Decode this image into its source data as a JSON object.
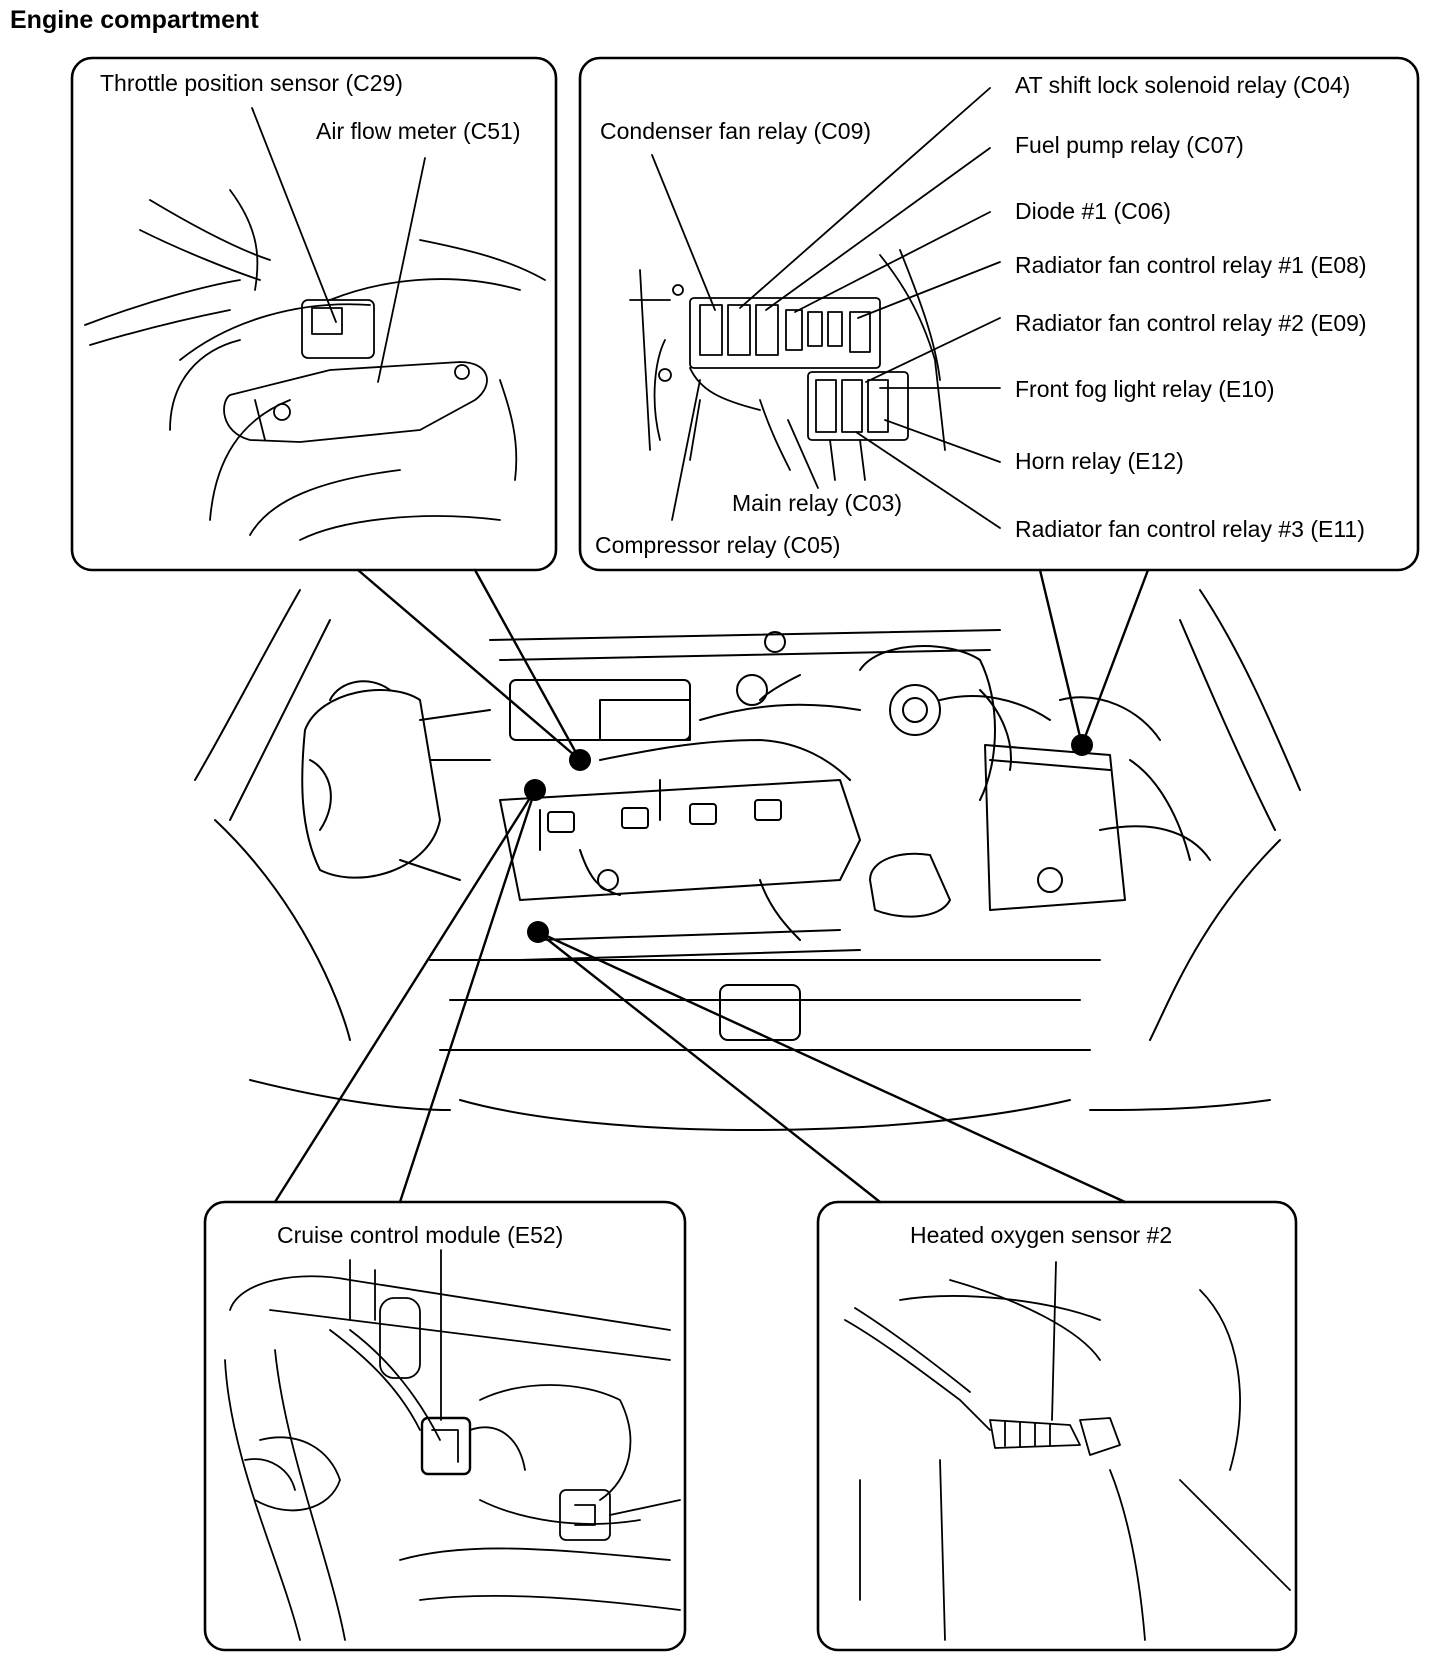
{
  "title": "Engine compartment",
  "callouts": {
    "top_left": {
      "labels": [
        "Throttle position sensor (C29)",
        "Air flow meter (C51)"
      ]
    },
    "top_right": {
      "labels": [
        "AT shift lock solenoid relay (C04)",
        "Condenser fan relay (C09)",
        "Fuel pump relay (C07)",
        "Diode #1 (C06)",
        "Radiator fan control relay #1 (E08)",
        "Radiator fan control relay #2 (E09)",
        "Front fog light relay (E10)",
        "Horn relay (E12)",
        "Main relay (C03)",
        "Radiator fan control relay #3 (E11)",
        "Compressor relay (C05)"
      ]
    },
    "bottom_left": {
      "labels": [
        "Cruise control module (E52)"
      ]
    },
    "bottom_right": {
      "labels": [
        "Heated oxygen sensor #2"
      ]
    }
  }
}
